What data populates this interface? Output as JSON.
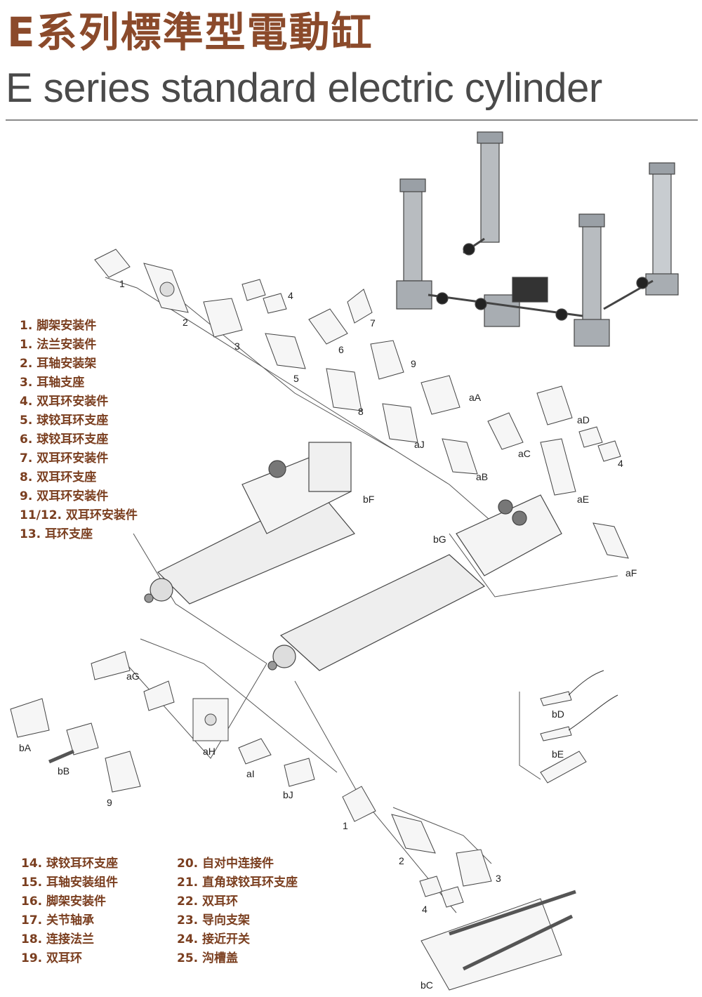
{
  "header": {
    "title_cn": "E系列標準型電動缸",
    "title_en": "E series standard electric cylinder"
  },
  "legend_top": [
    "1. 脚架安装件",
    "1. 法兰安装件",
    "2. 耳轴安装架",
    "3. 耳轴支座",
    "4. 双耳环安装件",
    "5. 球铰耳环支座",
    "6. 球铰耳环支座",
    "7. 双耳环安装件",
    "8. 双耳环支座",
    "9. 双耳环安装件",
    "11/12. 双耳环安装件",
    "13. 耳环支座"
  ],
  "legend_bottom_left": [
    "14. 球铰耳环支座",
    "15. 耳轴安装组件",
    "16. 脚架安装件",
    "17. 关节轴承",
    "18. 连接法兰",
    "19. 双耳环"
  ],
  "legend_bottom_right": [
    "20. 自对中连接件",
    "21. 直角球铰耳环支座",
    "22. 双耳环",
    "23. 导向支架",
    "24. 接近开关",
    "25. 沟槽盖"
  ],
  "part_labels": {
    "p1": "1",
    "p2": "2",
    "p3": "3",
    "p4": "4",
    "p5": "5",
    "p6": "6",
    "p7": "7",
    "p8": "8",
    "p9": "9",
    "aA": "aA",
    "aB": "aB",
    "aC": "aC",
    "aD": "aD",
    "a4": "4",
    "aE": "aE",
    "aF": "aF",
    "aJ": "aJ",
    "bF": "bF",
    "bG": "bG",
    "aG": "aG",
    "bA": "bA",
    "bB": "bB",
    "b9": "9",
    "aH": "aH",
    "aI": "aI",
    "bJ": "bJ",
    "bD": "bD",
    "bE": "bE",
    "c1": "1",
    "c2": "2",
    "c3": "3",
    "c4": "4",
    "bC": "bC"
  },
  "colors": {
    "title_cn": "#8b4a2b",
    "title_en": "#4a4a4a",
    "legend": "#7a3e1f"
  }
}
